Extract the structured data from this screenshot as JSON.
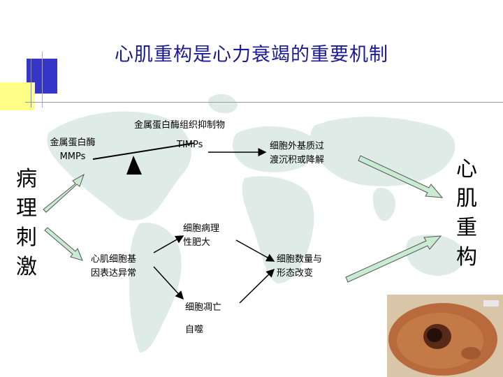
{
  "title": "心肌重构是心力衰竭的重要机制",
  "left_vertical": [
    "病",
    "理",
    "刺",
    "激"
  ],
  "right_vertical": [
    "心",
    "肌",
    "重",
    "构"
  ],
  "nodes": {
    "mmps_line1": "金属蛋白酶",
    "mmps_line2": "MMPs",
    "timps_line1": "金属蛋白酶组织抑制物",
    "timps_line2": "TIMPs",
    "ecm_line1": "细胞外基质过",
    "ecm_line2": "渡沉积或降解",
    "gene_line1": "心肌细胞基",
    "gene_line2": "因表达异常",
    "hyper_line1": "细胞病理",
    "hyper_line2": "性肥大",
    "apop_line1": "细胞凋亡",
    "apop_line2": "自噬",
    "change_line1": "细胞数量与",
    "change_line2": "形态改变"
  },
  "colors": {
    "title": "#1a1a99",
    "arrow_fill": "#c8ecd2",
    "arrow_stroke": "#555555",
    "accent_blue": "#3535c8",
    "accent_yellow": "#ffff88",
    "heart": "#b86a3c"
  },
  "icons": {
    "balance": "balance-fulcrum-icon",
    "heart_photo": "heart-cross-section-photo"
  }
}
